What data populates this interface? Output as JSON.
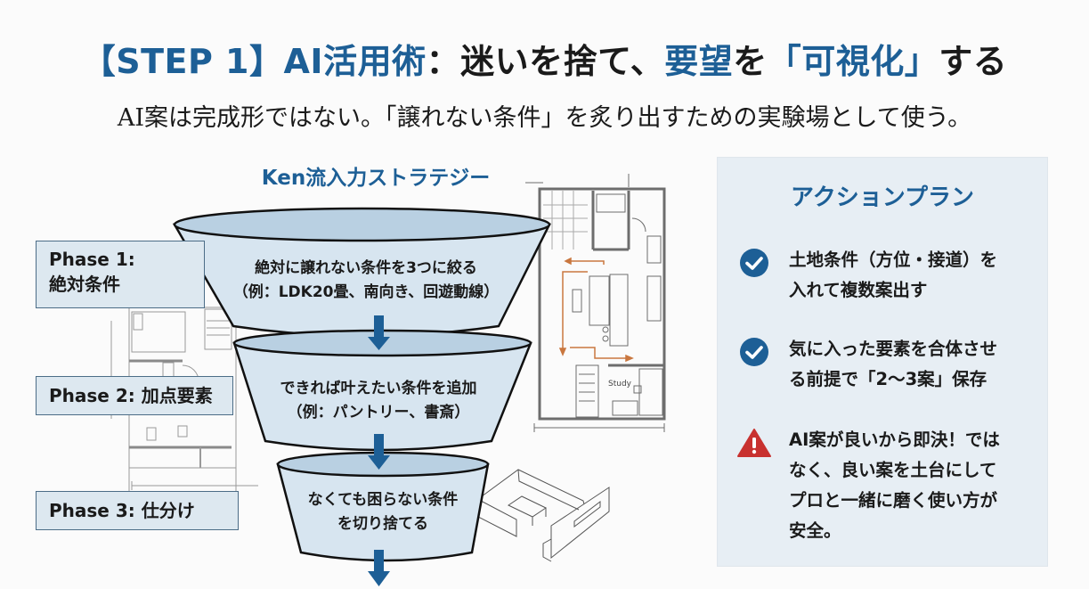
{
  "header": {
    "title_parts": {
      "step": "【STEP 1】",
      "ai": "AI活用術",
      "colon": "：",
      "mayoi": "迷いを捨て、",
      "youbou": "要望",
      "wo": "を",
      "kashika": "「可視化」",
      "suru": "する"
    },
    "subtitle": "AI案は完成形ではない。「譲れない条件」を炙り出すための実験場として使う。"
  },
  "strategy": {
    "title": "Ken流入力ストラテジー",
    "phases": [
      {
        "label_line1": "Phase 1:",
        "label_line2": "絶対条件",
        "funnel_line1": "絶対に譲れない条件を3つに絞る",
        "funnel_line2": "（例：LDK20畳、南向き、回遊動線）"
      },
      {
        "label": "Phase 2: 加点要素",
        "funnel_line1": "できれば叶えたい条件を追加",
        "funnel_line2": "（例：パントリー、書斎）"
      },
      {
        "label": "Phase 3: 仕分け",
        "funnel_line1": "なくても困らない条件",
        "funnel_line2": "を切り捨てる"
      }
    ],
    "floorplan_label": "Study"
  },
  "action_plan": {
    "title": "アクションプラン",
    "items": [
      {
        "icon": "check-circle-icon",
        "lines": [
          "土地条件（方位・接道）を",
          "入れて複数案出す"
        ]
      },
      {
        "icon": "check-circle-icon",
        "lines": [
          "気に入った要素を合体させ",
          "る前提で「2〜3案」保存"
        ]
      },
      {
        "icon": "warning-triangle-icon",
        "lines": [
          "AI案が良いから即決！では",
          "なく、良い案を土台にして",
          "プロと一緒に磨く使い方が",
          "安全。"
        ]
      }
    ]
  },
  "colors": {
    "accent_blue": "#1d5f96",
    "funnel_fill": "#d7e5f0",
    "panel_bg": "#e7eef4",
    "warning_red": "#c8312f",
    "floorplan_arrow": "#c9773f"
  }
}
